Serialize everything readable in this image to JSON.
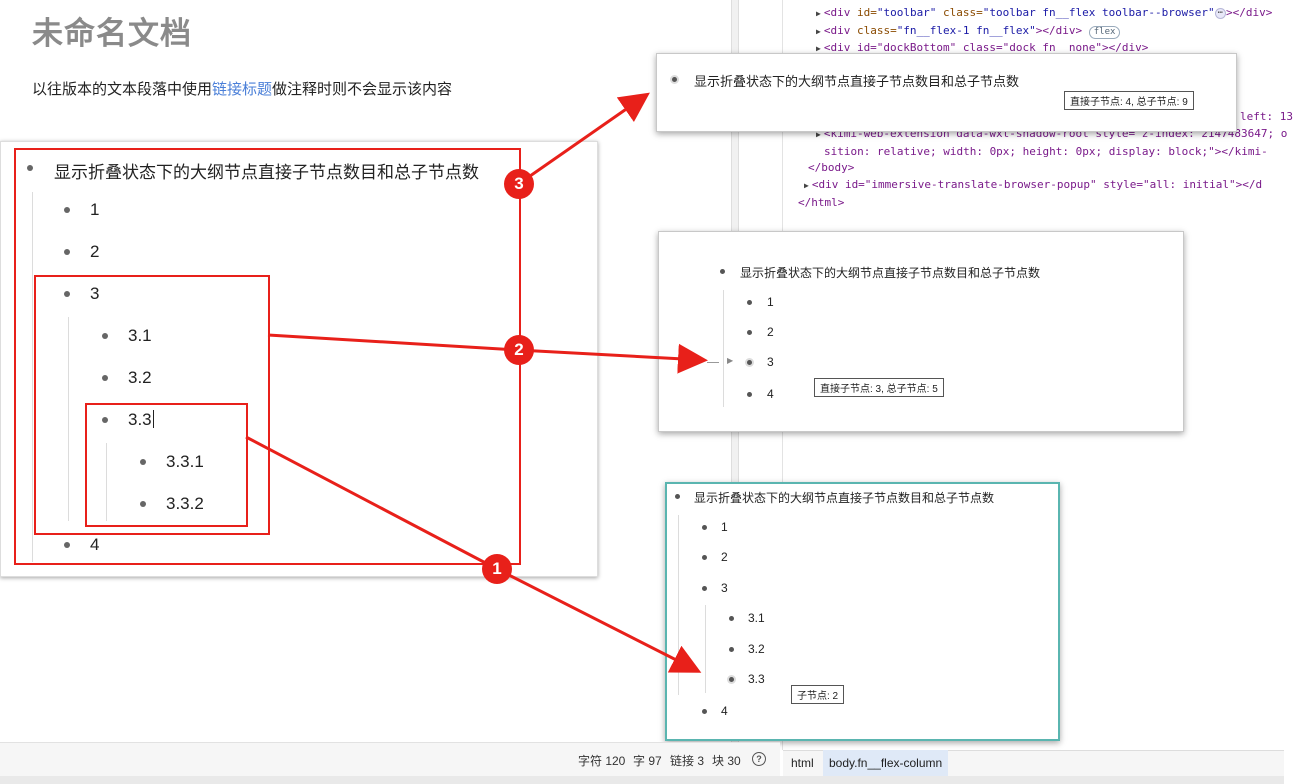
{
  "editor": {
    "title": "未命名文档",
    "paragraph_before": "以往版本的文本段落中使用",
    "paragraph_link": "链接标题",
    "paragraph_after": "做注释时则不会显示该内容"
  },
  "outline": {
    "root": "显示折叠状态下的大纲节点直接子节点数目和总子节点数",
    "items": [
      "1",
      "2",
      "3",
      "3.1",
      "3.2",
      "3.3",
      "3.3.1",
      "3.3.2",
      "4"
    ]
  },
  "badges": [
    "1",
    "2",
    "3"
  ],
  "panel_root": {
    "heading": "显示折叠状态下的大纲节点直接子节点数目和总子节点数",
    "tooltip": "直接子节点: 4, 总子节点: 9"
  },
  "panel_mid": {
    "heading": "显示折叠状态下的大纲节点直接子节点数目和总子节点数",
    "items": [
      "1",
      "2",
      "3",
      "4"
    ],
    "tooltip": "直接子节点: 3, 总子节点: 5"
  },
  "panel_leaf": {
    "heading": "显示折叠状态下的大纲节点直接子节点数目和总子节点数",
    "items": [
      "1",
      "2",
      "3",
      "3.1",
      "3.2",
      "3.3",
      "4"
    ],
    "tooltip": "子节点: 2"
  },
  "devtools": {
    "line1_tag": "<div",
    "line1_attr1": " id=",
    "line1_val1": "\"toolbar\"",
    "line1_attr2": " class=",
    "line1_val2": "\"toolbar fn__flex toolbar--browser\"",
    "line1_end": "></div>",
    "line2_tag": "<div",
    "line2_attr": " class=",
    "line2_val": "\"fn__flex-1 fn__flex\"",
    "line2_end": "></div>",
    "line2_pill": "flex",
    "line3": "<div id=\"dockBottom\" class=\"dock fn__none\"></div>",
    "line4_frag": "left: 13",
    "line5": "<kimi-web-extension data-wxt-shadow-root style=\"z-index: 2147483647; o",
    "line6": "sition: relative; width: 0px; height: 0px; display: block;\"></kimi-",
    "line7": "</body>",
    "line8": "<div id=\"immersive-translate-browser-popup\" style=\"all: initial\"></d",
    "line9": "</html>",
    "ellipsis": "⋯"
  },
  "statusbar": {
    "chars": "字符 120",
    "words": "字 97",
    "links": "链接 3",
    "blocks": "块 30",
    "help": "?"
  },
  "breadcrumb": [
    "html",
    "body.fn__flex-column"
  ],
  "colors": {
    "annotation_red": "#e8201a",
    "link_blue": "#4a7fd8",
    "leaf_panel_border": "#5ab5b0"
  }
}
